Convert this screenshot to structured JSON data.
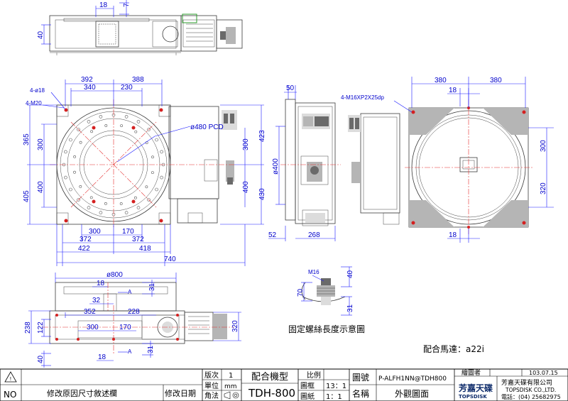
{
  "dims": {
    "top_view": {
      "d18": "18",
      "d7": "7",
      "d40": "40"
    },
    "front": {
      "d392": "392",
      "d388": "388",
      "d340": "340",
      "d230": "230",
      "hole18": "4-ø18",
      "m20": "4-M20",
      "d365": "365",
      "d300a": "300",
      "d405": "405",
      "d400a": "400",
      "pcd": "ø480 PCD",
      "d300r": "300",
      "d423": "423",
      "d430": "430",
      "d400r": "400",
      "d300b": "300",
      "d170b": "170",
      "d372a": "372",
      "d372b": "372",
      "d422": "422",
      "d418": "418",
      "d740": "740"
    },
    "side": {
      "d50": "50",
      "d400": "ø400",
      "d52": "52",
      "d268": "268"
    },
    "back": {
      "m16": "4-M16XP2X25dp",
      "d380a": "380",
      "d380b": "380",
      "d18a": "18",
      "d18b": "18",
      "d300": "300",
      "d320": "320"
    },
    "plan": {
      "d800": "ø800",
      "d18": "18",
      "a1": "A",
      "d31a": "31",
      "d32": "32",
      "d352": "352",
      "d228": "228",
      "d238": "238",
      "d122": "122",
      "d300": "300",
      "d170": "170",
      "d18b": "18",
      "a2": "A",
      "d31b": "31",
      "d40": "40",
      "d320": "320"
    },
    "bolt": {
      "m16": "M16",
      "d40": "40",
      "d70": "70",
      "d31": "31"
    }
  },
  "notes": {
    "bolt_caption": "固定螺絲長度示意圖",
    "motor": "配合馬達：a22i"
  },
  "title_block": {
    "no": "NO",
    "revision_note": "修改原因尺寸敘述欄",
    "revision_date_label": "修改日期",
    "version_label": "版次",
    "version_value": "1",
    "unit_label": "單位",
    "unit_value": "mm",
    "angle_label": "角法",
    "model_label": "配合機型",
    "model_value": "TDH-800",
    "scale_label": "比例",
    "frame_label": "圖框",
    "frame_value": "13：1",
    "sheet_label": "圖紙",
    "sheet_value": "1：1",
    "drawing_no_label": "圖號",
    "drawing_no_value": "P-ALFH1NN@TDH800",
    "name_label": "名稱",
    "name_value": "外觀圖面",
    "drafter_label": "繪圖者",
    "date_value": "103.07.15",
    "company_logo": "芳嘉天碟",
    "company_logo_en": "TOPSDISK",
    "company_zh": "芳嘉天碟有限公司",
    "company_en": "TOPSDISK CO.,LTD.",
    "phone": "電話：(04) 25682975"
  }
}
